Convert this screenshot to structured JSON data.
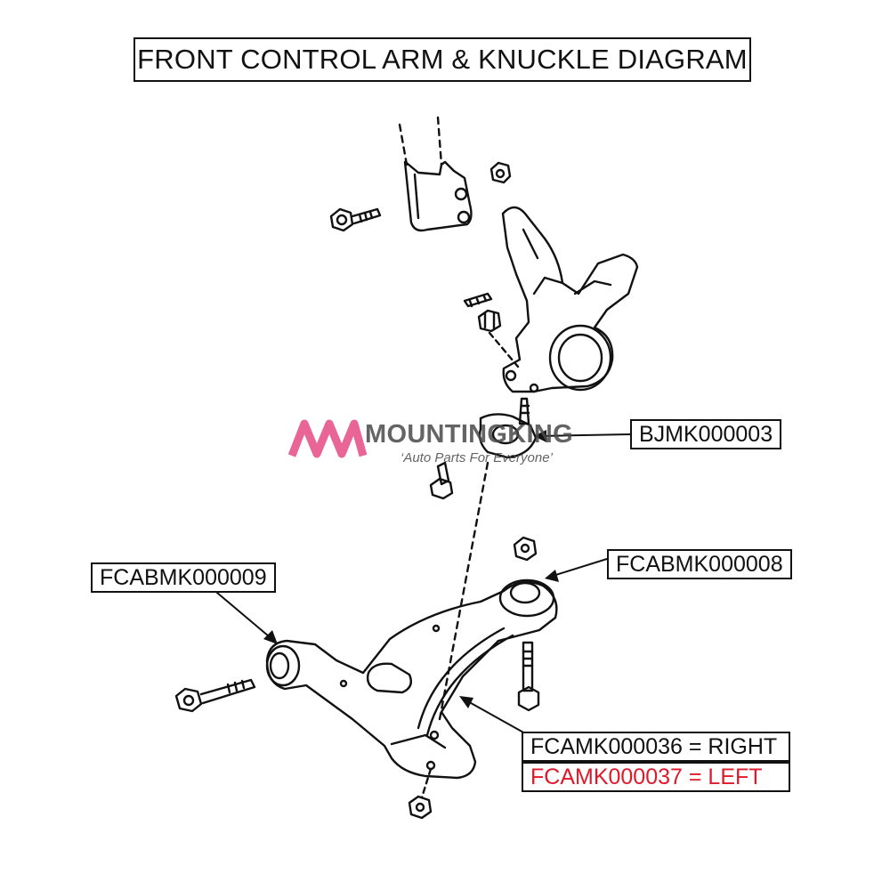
{
  "title": "FRONT CONTROL ARM & KNUCKLE DIAGRAM",
  "watermark": {
    "brand": "MOUNTINGKING",
    "tagline": "‘Auto Parts For Everyone’",
    "logo_color": "#e5548a"
  },
  "callouts": {
    "ball_joint": "BJMK000003",
    "bushing_front": "FCABMK000009",
    "bushing_rear": "FCABMK000008",
    "arm_right": "FCAMK000036 = RIGHT",
    "arm_left": "FCAMK000037 = LEFT"
  },
  "colors": {
    "left_label": "#e0192a",
    "line": "#111111"
  }
}
